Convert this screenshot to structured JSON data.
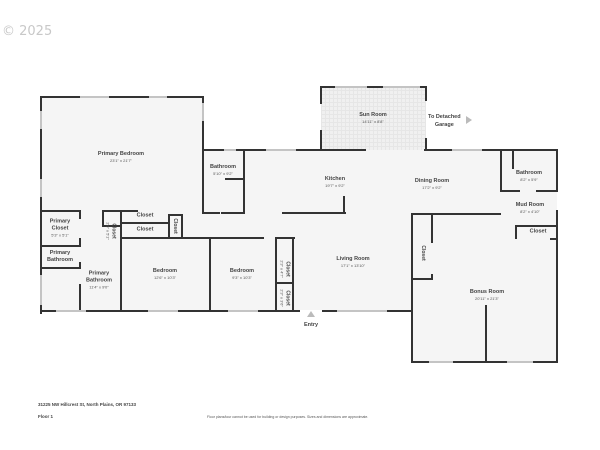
{
  "copyright": "© 2025",
  "plan": {
    "rooms": {
      "primary_bedroom": {
        "name": "Primary Bedroom",
        "dims": "23'1\" x 21'7\""
      },
      "sun_room": {
        "name": "Sun Room",
        "dims": "14'11\" x 8'8\""
      },
      "bathroom_1": {
        "name": "Bathroom",
        "dims": "5'10\" x 9'2\""
      },
      "kitchen": {
        "name": "Kitchen",
        "dims": "19'7\" x 9'2\""
      },
      "dining_room": {
        "name": "Dining Room",
        "dims": "17'2\" x 9'2\""
      },
      "bathroom_2": {
        "name": "Bathroom",
        "dims": "8'2\" x 5'9\""
      },
      "mud_room": {
        "name": "Mud Room",
        "dims": "8'2\" x 4'10\""
      },
      "primary_closet": {
        "name1": "Primary",
        "name2": "Closet",
        "dims": "5'3\" x 5'1\""
      },
      "primary_bathroom_small": {
        "name1": "Primary",
        "name2": "Bathroom"
      },
      "primary_bathroom": {
        "name1": "Primary",
        "name2": "Bathroom",
        "dims": "11'4\" x 9'0\""
      },
      "closet_a": {
        "name": "Closet",
        "dims": "2'6\" x 5'1\""
      },
      "closet_b": {
        "name": "Closet"
      },
      "closet_c": {
        "name": "Closet"
      },
      "closet_d": {
        "name": "Closet"
      },
      "bedroom_1": {
        "name": "Bedroom",
        "dims": "12'6\" x 10'3\""
      },
      "bedroom_2": {
        "name": "Bedroom",
        "dims": "9'3\" x 10'3\""
      },
      "closet_e": {
        "name": "Closet",
        "dims": "2'3\" x 4'7\""
      },
      "closet_f": {
        "name": "Closet",
        "dims": "2'3\" x 3'6\""
      },
      "living_room": {
        "name": "Living Room",
        "dims": "17'1\" x 13'10\""
      },
      "closet_g": {
        "name": "Closet"
      },
      "closet_h": {
        "name": "Closet"
      },
      "bonus_room": {
        "name": "Bonus Room",
        "dims": "20'11\" x 21'3\""
      }
    },
    "garage_label_1": "To Detached",
    "garage_label_2": "Garage",
    "entry": "Entry"
  },
  "footer": {
    "address": "31225 NW Hillcrest St, North Plains, OR 97133",
    "floor": "Floor 1",
    "disclaimer": "Floor plans/tour cannot be used for building or design purposes. Sizes and dimensions are approximate."
  }
}
